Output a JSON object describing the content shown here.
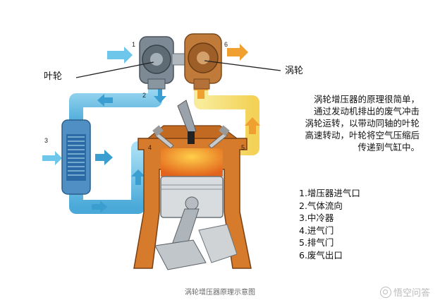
{
  "callouts": {
    "impeller": "叶轮",
    "turbine": "涡轮"
  },
  "numbers": [
    "1",
    "2",
    "3",
    "4",
    "5",
    "6"
  ],
  "description": [
    "涡轮增压器的原理很简单，",
    "通过发动机排出的废气冲击",
    "涡轮运转，以带动同轴的叶轮",
    "高速转动，叶轮将空气压缩后",
    "传递到气缸中。"
  ],
  "legend": [
    "1.增压器进气口",
    "2.气体流向",
    "3.中冷器",
    "4.进气门",
    "5.排气门",
    "6.废气出口"
  ],
  "caption": "涡轮增压器原理示意图",
  "watermark": "悟空问答",
  "colors": {
    "intake_blue": "#6ec6ea",
    "intake_blue_dark": "#3a9fd0",
    "exhaust_yellow": "#f5e27a",
    "exhaust_orange": "#f0a030",
    "engine_orange": "#d97c2a",
    "combustion": "#f0a028"
  }
}
